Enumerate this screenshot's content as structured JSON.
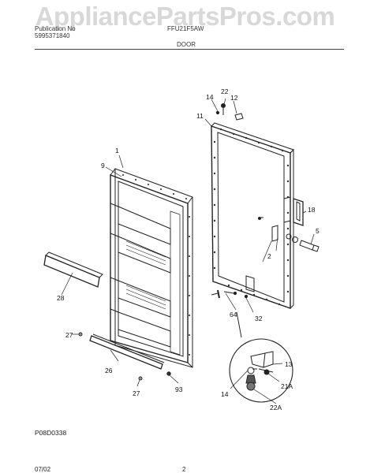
{
  "watermark": "AppliancePartsPros.com",
  "header": {
    "company": "Publication No",
    "pub_number": "5995371840",
    "model": "FFU21F5AW",
    "section": "DOOR"
  },
  "diagram_code": "P08D0338",
  "footer": {
    "date": "07/02",
    "page": "2"
  },
  "callouts": {
    "door_panel": "1",
    "gasket": "9",
    "liner": "11",
    "strike": "12",
    "hinge_cover": "13",
    "screw_top": "14",
    "screw_bottom": "14",
    "handle": "18",
    "hinge_pin_top": "22",
    "hinge_pin_bottom": "22A",
    "bushing": "21A",
    "door_assembly": "2",
    "shelf_front": "26",
    "screw_left": "27",
    "screw_left_low": "27",
    "shelf_bar": "28",
    "gasket_bottom": "32",
    "screw_right": "93",
    "spacer": "64",
    "lock_key": "5"
  }
}
